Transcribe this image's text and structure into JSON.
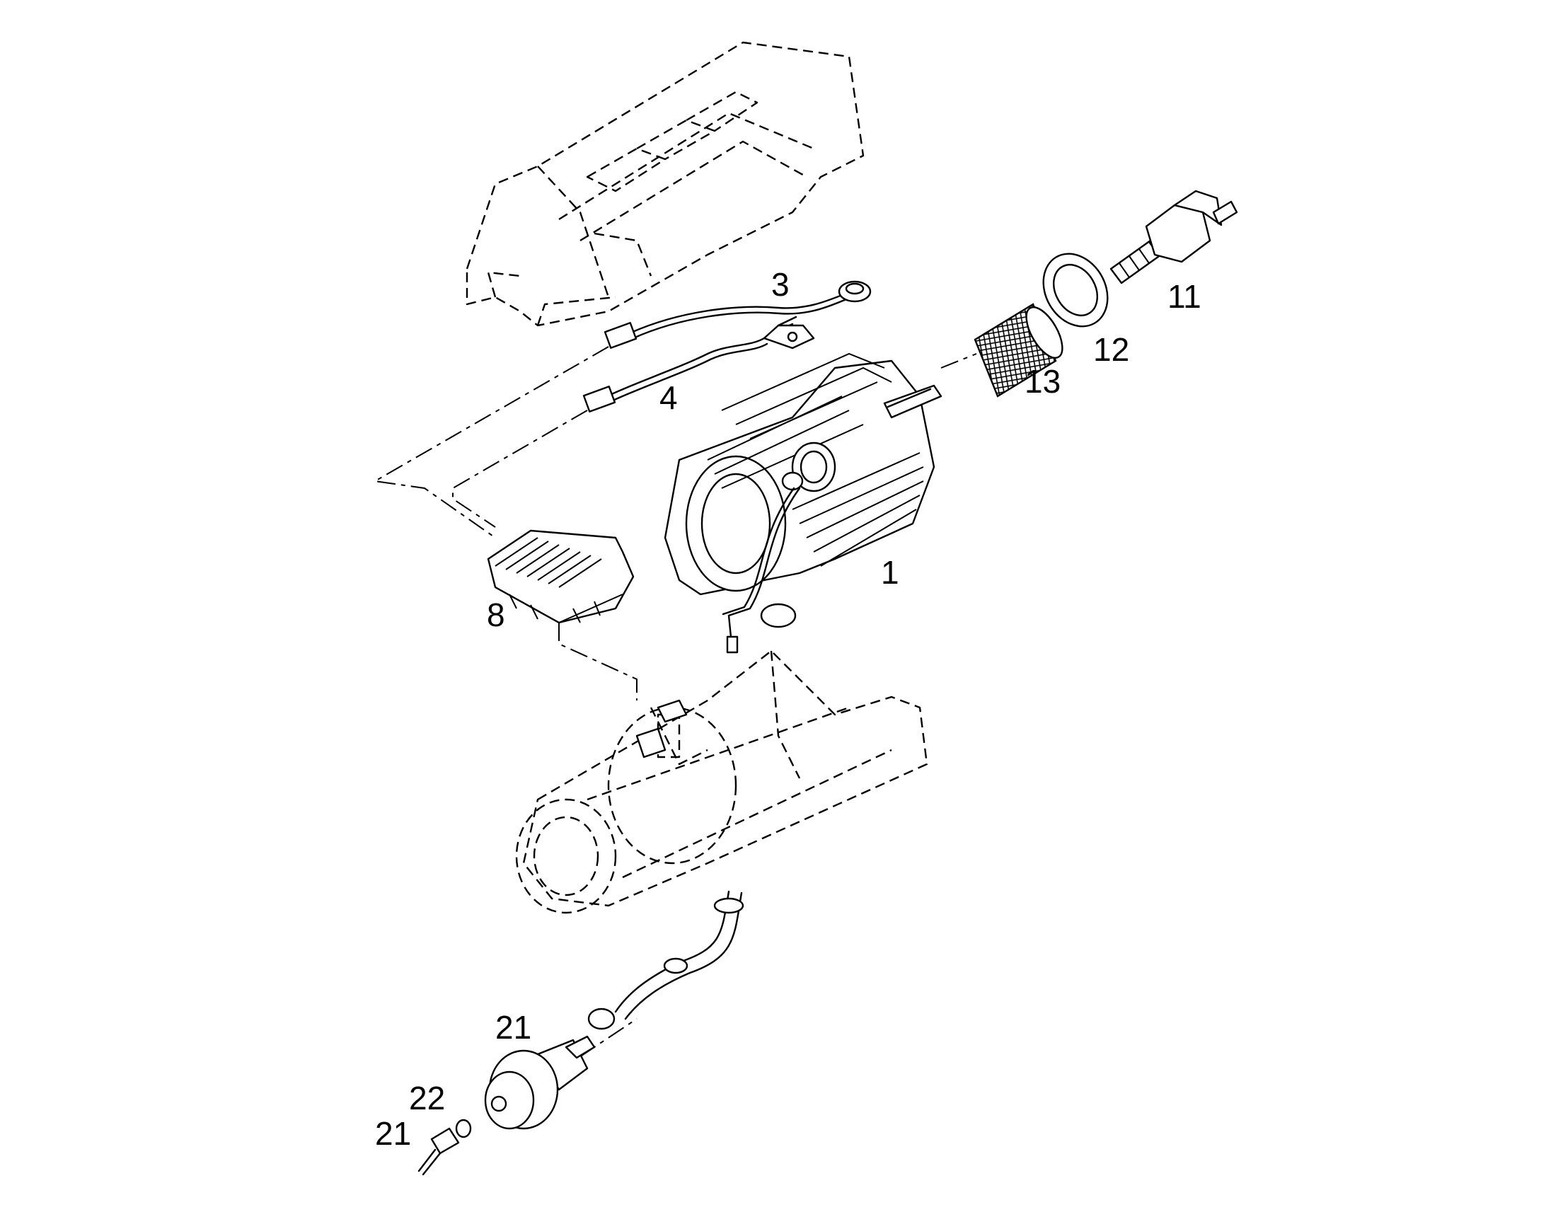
{
  "callouts": [
    {
      "id": "part-1",
      "label": "1"
    },
    {
      "id": "part-3",
      "label": "3"
    },
    {
      "id": "part-4",
      "label": "4"
    },
    {
      "id": "part-8",
      "label": "8"
    },
    {
      "id": "part-11",
      "label": "11"
    },
    {
      "id": "part-12",
      "label": "12"
    },
    {
      "id": "part-13",
      "label": "13"
    },
    {
      "id": "part-21a",
      "label": "21"
    },
    {
      "id": "part-22",
      "label": "22"
    },
    {
      "id": "part-21b",
      "label": "21"
    }
  ],
  "colors": {
    "line": "#000000",
    "background": "#ffffff"
  }
}
